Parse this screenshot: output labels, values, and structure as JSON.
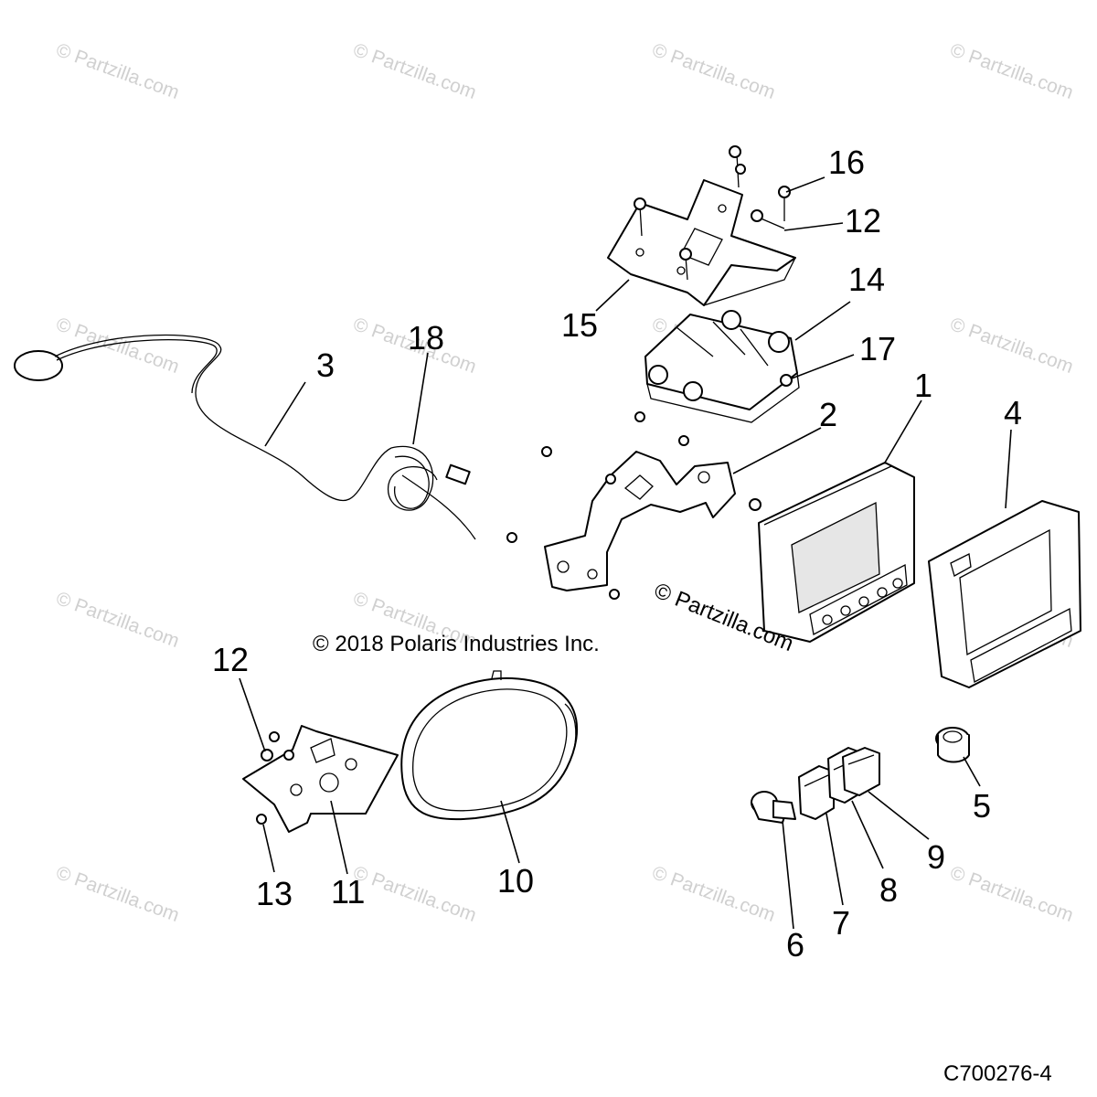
{
  "copyright": "© 2018 Polaris Industries Inc.",
  "watermark": "© Partzilla.com",
  "diagram_id": "C700276-4",
  "callouts": [
    "1",
    "2",
    "3",
    "4",
    "5",
    "6",
    "7",
    "8",
    "9",
    "10",
    "11",
    "12",
    "13",
    "14",
    "15",
    "16",
    "17",
    "18",
    "12"
  ]
}
